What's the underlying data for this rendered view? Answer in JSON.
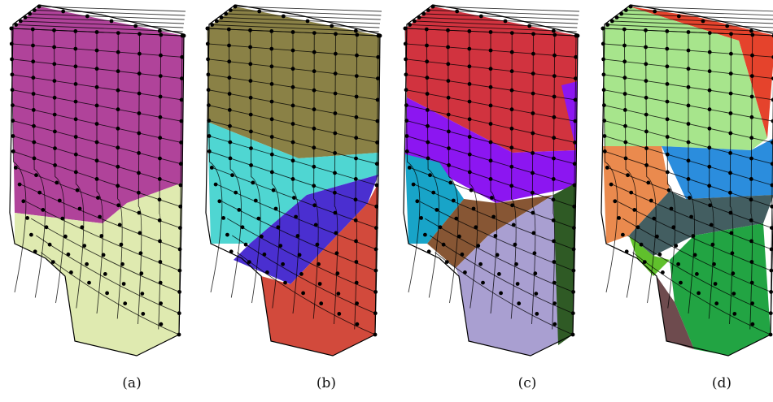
{
  "figure": {
    "panels": [
      {
        "id": "a",
        "caption": "(a)",
        "regions": [
          {
            "color": "#b0439a"
          },
          {
            "color": "#dfeab0"
          }
        ]
      },
      {
        "id": "b",
        "caption": "(b)",
        "regions": [
          {
            "color": "#8a8146"
          },
          {
            "color": "#4fd6d2"
          },
          {
            "color": "#4a2fd0"
          },
          {
            "color": "#d24a3c"
          }
        ]
      },
      {
        "id": "c",
        "caption": "(c)",
        "regions": [
          {
            "color": "#d1333f"
          },
          {
            "color": "#8c16f1"
          },
          {
            "color": "#18a4c8"
          },
          {
            "color": "#875634"
          },
          {
            "color": "#a99fd1"
          },
          {
            "color": "#2f5a25"
          }
        ]
      },
      {
        "id": "d",
        "caption": "(d)",
        "regions": [
          {
            "color": "#e5432c"
          },
          {
            "color": "#a7e58c"
          },
          {
            "color": "#2b8ddd"
          },
          {
            "color": "#ea8a4e"
          },
          {
            "color": "#435e61"
          },
          {
            "color": "#60c02c"
          },
          {
            "color": "#22a443"
          },
          {
            "color": "#6e4b4e"
          }
        ]
      }
    ]
  }
}
